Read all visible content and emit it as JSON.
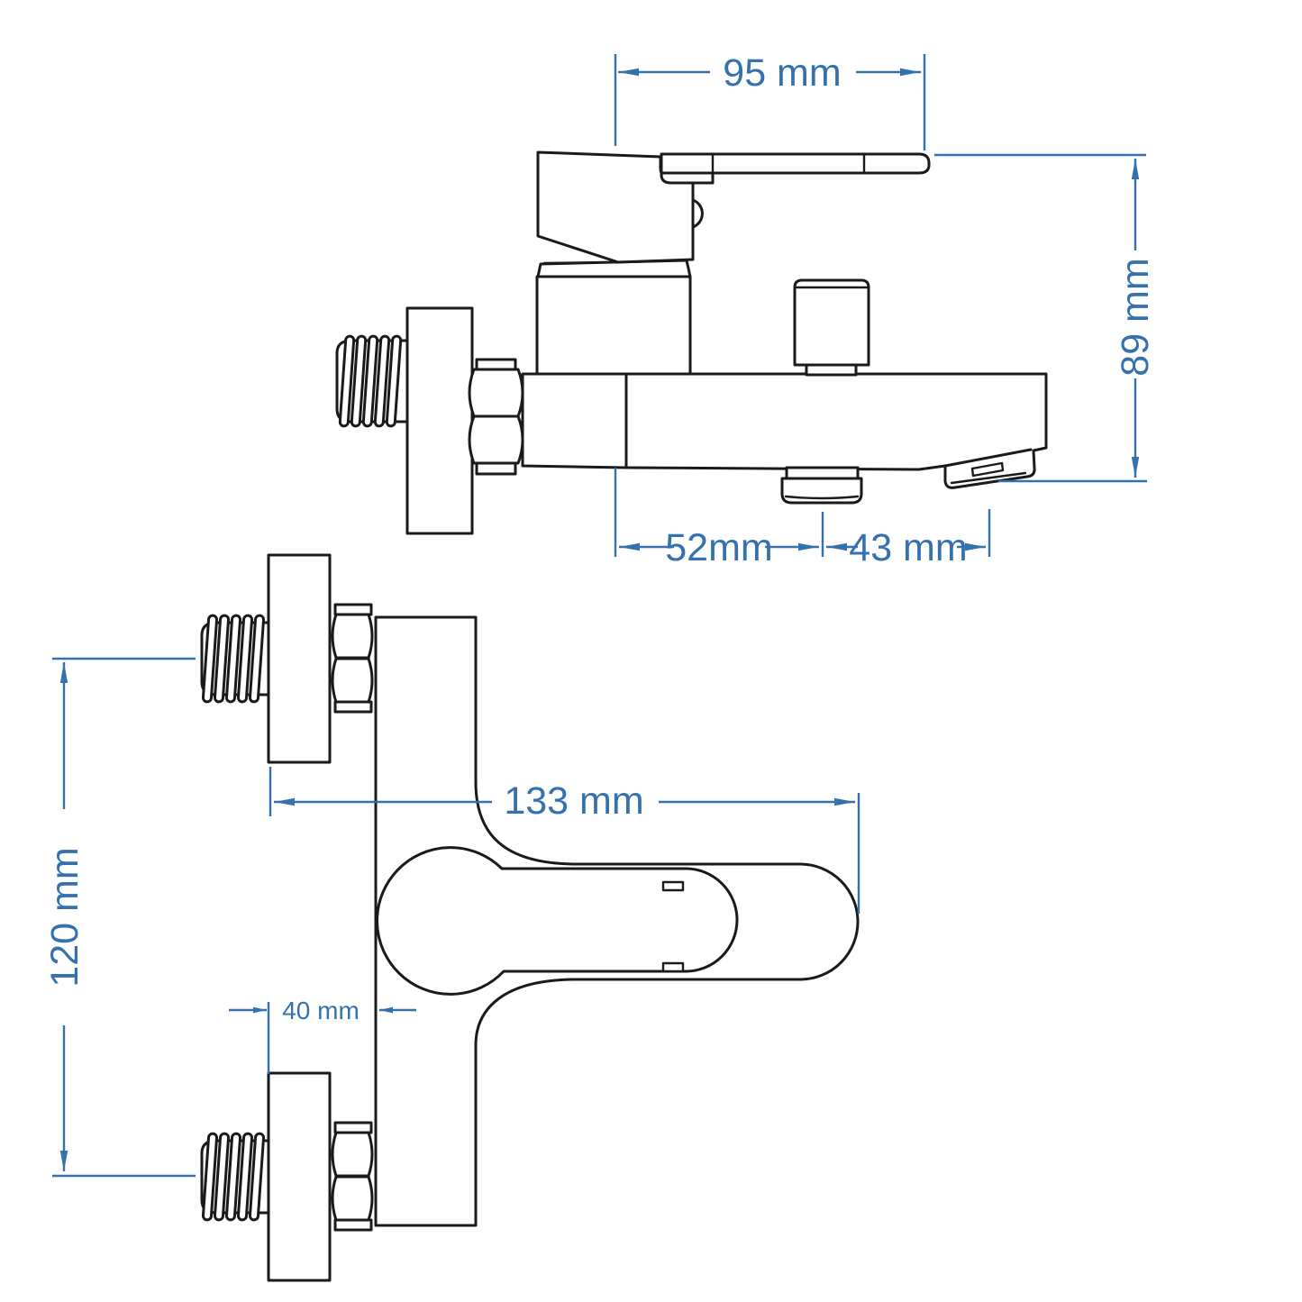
{
  "colors": {
    "line_color": "#1a1a1a",
    "dimension_color": "#3572ad",
    "background": "#ffffff"
  },
  "side_view": {
    "dim_handle_length": "95 mm",
    "dim_height": "89 mm",
    "dim_center_to_outlet": "52mm",
    "dim_outlet_to_spout": "43 mm"
  },
  "front_view": {
    "dim_width": "133 mm",
    "dim_inlet_spacing": "120 mm",
    "dim_plate_offset": "40 mm"
  }
}
